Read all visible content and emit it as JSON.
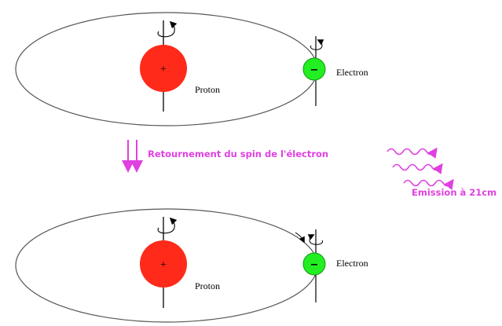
{
  "top_atom": {
    "proton_label": "Proton",
    "electron_label": "Electron",
    "proton_sign": "+",
    "electron_sign": "−"
  },
  "transition": {
    "label": "Retournement du spin de l'électron"
  },
  "emission": {
    "label": "Emission à 21cm"
  },
  "bottom_atom": {
    "proton_label": "Proton",
    "electron_label": "Electron",
    "proton_sign": "+",
    "electron_sign": "−"
  },
  "colors": {
    "proton": "#ff2a1a",
    "electron": "#22ee22",
    "accent": "#e040e0",
    "orbit": "#555555"
  }
}
